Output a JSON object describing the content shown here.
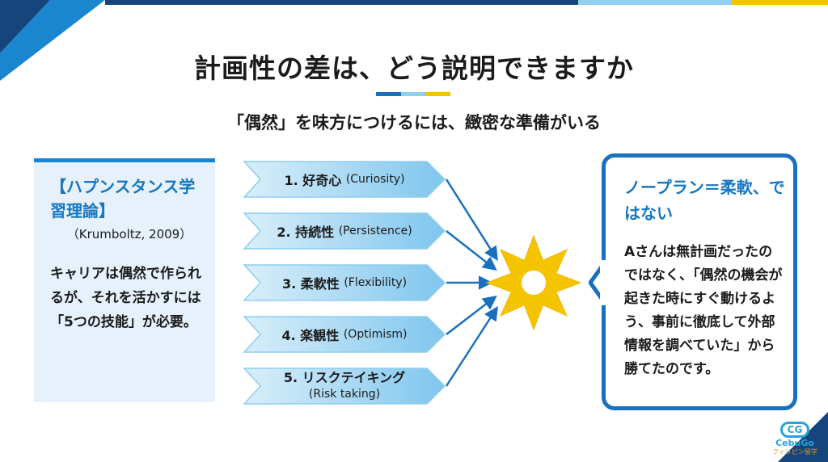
{
  "title": "計画性の差は、どう説明できますか",
  "subtitle": "「偶然」を味方につけるには、緻密な準備がいる",
  "colors": {
    "navy": "#16457c",
    "blue": "#1a86cf",
    "sky": "#8fd0f2",
    "yellow": "#f5c400",
    "heading_blue": "#1577c2"
  },
  "left_panel": {
    "heading": "【ハプンスタンス学習理論】",
    "citation": "（Krumboltz, 2009）",
    "body": "キャリアは偶然で作られるが、それを活かすには「5つの技能」が必要。"
  },
  "skills": [
    {
      "num": "1. 好奇心",
      "en": "(Curiosity)"
    },
    {
      "num": "2. 持続性",
      "en": "(Persistence)"
    },
    {
      "num": "3. 柔軟性",
      "en": "(Flexibility)"
    },
    {
      "num": "4. 楽観性",
      "en": "(Optimism)"
    },
    {
      "num": "5. リスクテイキング",
      "en": "(Risk taking)"
    }
  ],
  "center_icon": "starburst-icon",
  "right_panel": {
    "heading": "ノープラン＝柔軟、ではない",
    "body": "Aさんは無計画だったのではなく、「偶然の機会が起きた時にすぐ動けるよう、事前に徹底して外部情報を調べていた」から勝てたのです。"
  },
  "logo": {
    "mark": "CG",
    "name": "CebuGo",
    "tagline": "フィリピン留学"
  }
}
